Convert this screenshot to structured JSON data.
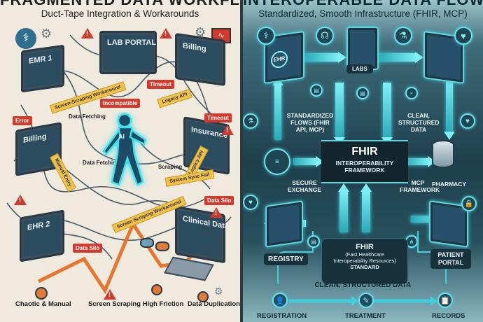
{
  "left": {
    "title": "FRAGMENTED DATA WORKFLOWS",
    "subtitle": "Duct-Tape Integration & Workarounds",
    "systems": [
      {
        "label": "EMR 1"
      },
      {
        "label": "LAB PORTAL"
      },
      {
        "label": "Billing"
      },
      {
        "label": "Billing"
      },
      {
        "label": "Insurance"
      },
      {
        "label": "EHR 2"
      },
      {
        "label": "Clinical Data"
      }
    ],
    "error_tags": [
      "Incompatible",
      "Timeout",
      "Error",
      "Timeout",
      "Data Silo",
      "Data Silo"
    ],
    "tapes": [
      "Screen-Scraping Workaround",
      "Legacy API",
      "Manual Entry",
      "Legacy API",
      "System Sync Fail",
      "Screen Scraping Workaround"
    ],
    "labels": [
      "Data Fetching",
      "Data Fetching",
      "Scraping"
    ],
    "center_figure": "AI",
    "bottom": [
      "Chaotic & Manual",
      "Screen Scraping",
      "High Friction",
      "Data Duplication"
    ],
    "colors": {
      "background": "#efe9de",
      "error": "#d23a2e",
      "tape": "#f2c14a",
      "arrow": "#e8752e"
    }
  },
  "right": {
    "title": "INTEROPERABLE DATA FLOWS",
    "subtitle": "Standardized, Smooth Infrastructure (FHIR, MCP)",
    "systems": [
      {
        "label": "EHR"
      },
      {
        "label": "LABS"
      },
      {
        "label": "PHARMACY"
      },
      {
        "label": "REGISTRY"
      },
      {
        "label": "PATIENT PORTAL"
      }
    ],
    "labels": {
      "standardized": "STANDARDIZED FLOWS (FHIR API, MCP)",
      "clean": "CLEAN, STRUCTURED DATA",
      "secure": "SECURE EXCHANGE",
      "mcp": "MCP FRAMEWORK"
    },
    "hub": {
      "title": "FHIR",
      "subtitle": "INTEROPERABILITY FRAMEWORK"
    },
    "standard": {
      "title": "FHIR",
      "line1": "(Fast Healthcare",
      "line2": "Interoperability Resources)",
      "line3": "STANDARD"
    },
    "clean_data": "CLEAN, STRUCTURED DATA",
    "steps": [
      "REGISTRATION",
      "TREATMENT",
      "RECORDS"
    ],
    "icons": [
      "caduceus-icon",
      "stethoscope-icon",
      "microscope-icon",
      "heart-icon",
      "database-icon",
      "lock-icon",
      "user-icon",
      "edit-icon",
      "clipboard-icon"
    ],
    "colors": {
      "glow": "#7ff0f5",
      "dark": "#17323d"
    }
  }
}
